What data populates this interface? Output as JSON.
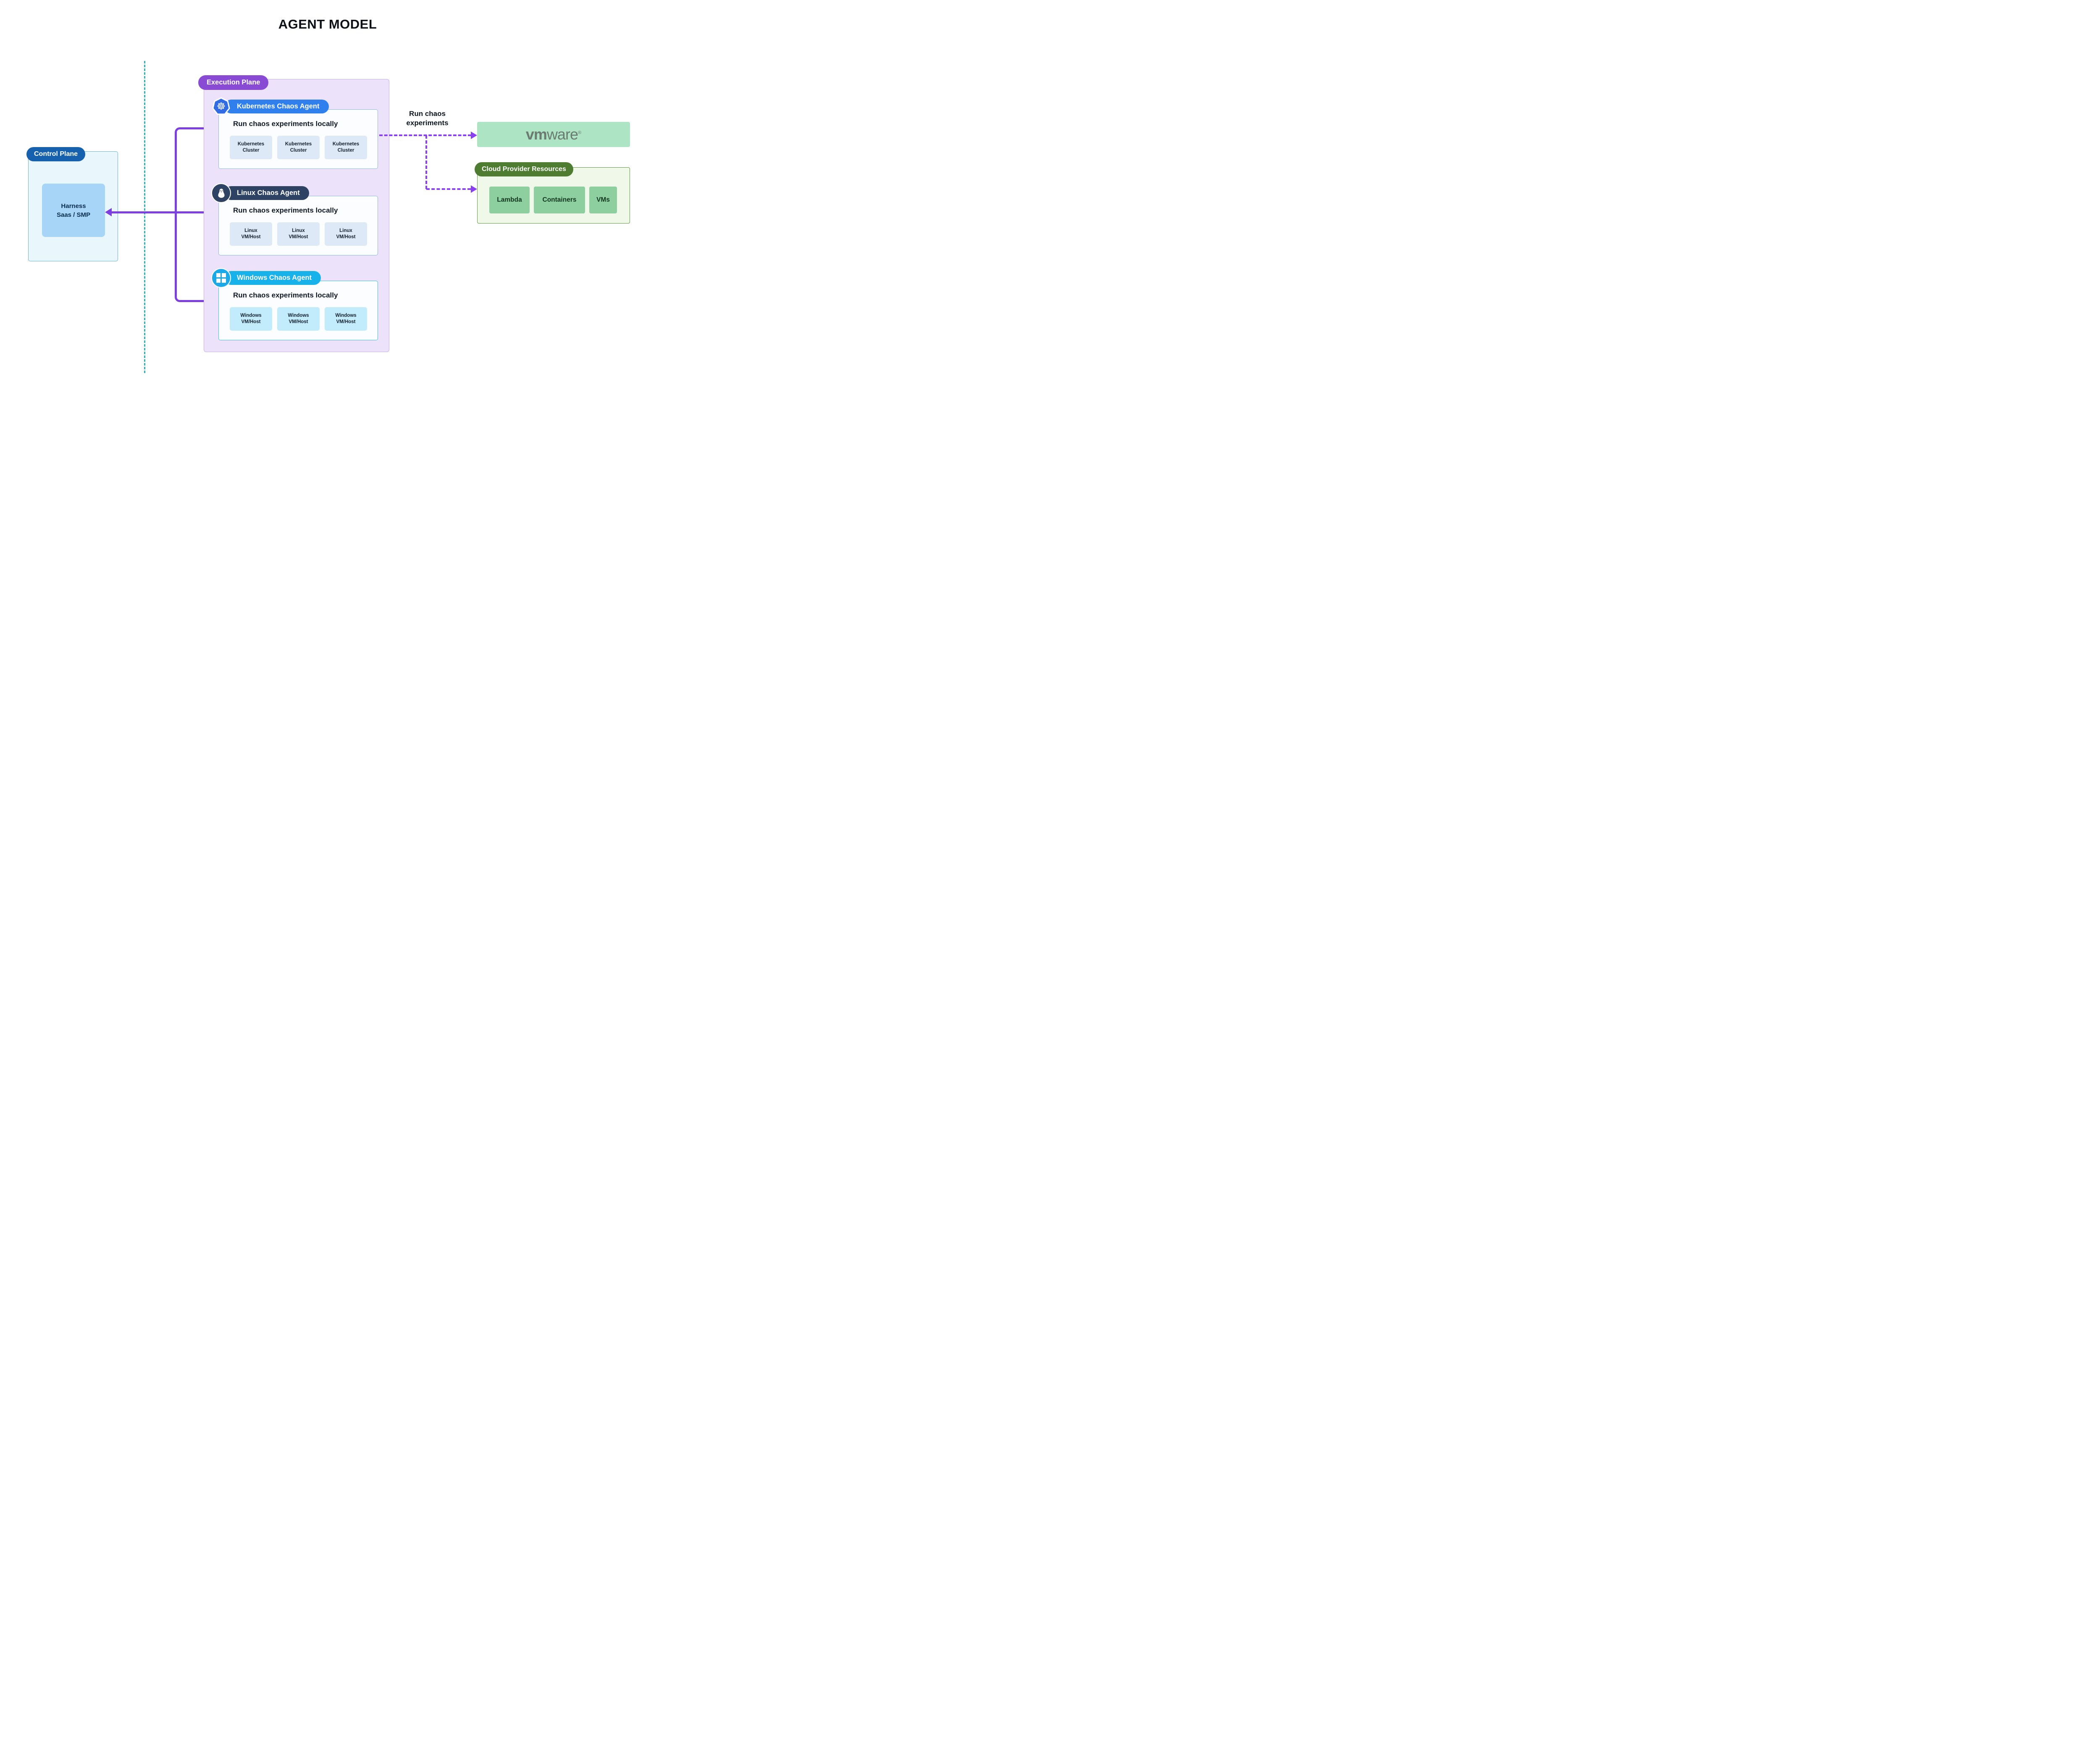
{
  "title": "AGENT MODEL",
  "control_plane": {
    "label": "Control Plane",
    "node_label": "Harness\nSaas / SMP"
  },
  "execution_plane": {
    "label": "Execution Plane",
    "agents": [
      {
        "title": "Kubernetes Chaos Agent",
        "icon": "kubernetes-helm-icon",
        "subtitle": "Run chaos experiments locally",
        "nodes": [
          "Kubernetes\nCluster",
          "Kubernetes\nCluster",
          "Kubernetes\nCluster"
        ]
      },
      {
        "title": "Linux Chaos Agent",
        "icon": "linux-penguin-icon",
        "subtitle": "Run chaos experiments locally",
        "nodes": [
          "Linux\nVM/Host",
          "Linux\nVM/Host",
          "Linux\nVM/Host"
        ]
      },
      {
        "title": "Windows Chaos Agent",
        "icon": "windows-logo-icon",
        "subtitle": "Run chaos experiments locally",
        "nodes": [
          "Windows\nVM/Host",
          "Windows\nVM/Host",
          "Windows\nVM/Host"
        ]
      }
    ]
  },
  "arrow_label": "Run chaos\nexperiments",
  "vmware": {
    "logo_vm": "vm",
    "logo_ware": "ware",
    "registered_mark": "®"
  },
  "cloud_provider": {
    "label": "Cloud Provider Resources",
    "resources": [
      "Lambda",
      "Containers",
      "VMs"
    ]
  },
  "icons": {
    "kubernetes_glyph": "☸"
  },
  "colors": {
    "purple_connector": "#7d3fe0",
    "dashed_purple": "#8a3ff0",
    "teal_divider": "#2ab5bd",
    "control_plane_pill": "#1561ae",
    "execution_plane_pill": "#8a4bd4",
    "kubernetes_pill": "#2f80ed",
    "linux_pill": "#2e4263",
    "windows_pill": "#18b2ea",
    "cloud_pill": "#4e7d32",
    "vmware_bg": "#ace4c4",
    "vmware_logo": "#6b7b71"
  }
}
